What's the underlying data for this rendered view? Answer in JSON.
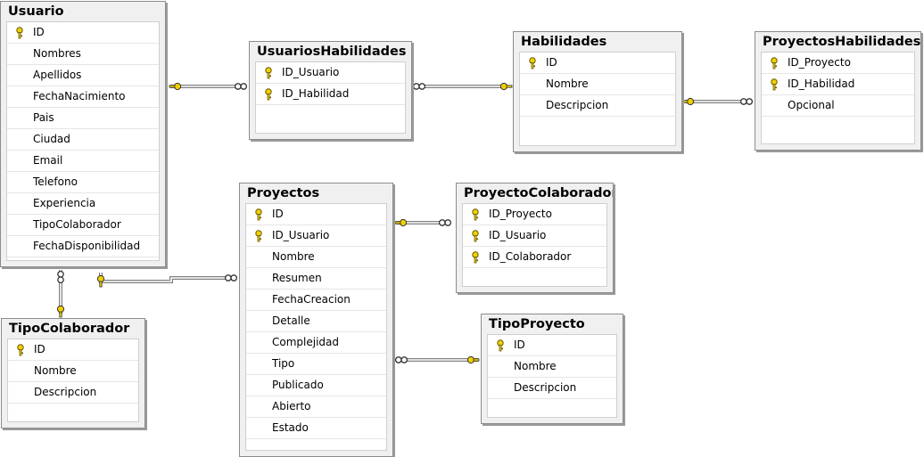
{
  "colors": {
    "table_bg": "#f0f0f0",
    "border": "#8c8c8c",
    "key_fill": "#f0d000",
    "connector": "#808080"
  },
  "tables": [
    {
      "title": "Usuario",
      "columns": [
        {
          "name": "ID",
          "key": true
        },
        {
          "name": "Nombres",
          "key": false
        },
        {
          "name": "Apellidos",
          "key": false
        },
        {
          "name": "FechaNacimiento",
          "key": false
        },
        {
          "name": "Pais",
          "key": false
        },
        {
          "name": "Ciudad",
          "key": false
        },
        {
          "name": "Email",
          "key": false
        },
        {
          "name": "Telefono",
          "key": false
        },
        {
          "name": "Experiencia",
          "key": false
        },
        {
          "name": "TipoColaborador",
          "key": false
        },
        {
          "name": "FechaDisponibilidad",
          "key": false
        }
      ]
    },
    {
      "title": "UsuariosHabilidades",
      "columns": [
        {
          "name": "ID_Usuario",
          "key": true
        },
        {
          "name": "ID_Habilidad",
          "key": true
        }
      ]
    },
    {
      "title": "Habilidades",
      "columns": [
        {
          "name": "ID",
          "key": true
        },
        {
          "name": "Nombre",
          "key": false
        },
        {
          "name": "Descripcion",
          "key": false
        }
      ]
    },
    {
      "title": "ProyectosHabilidades",
      "columns": [
        {
          "name": "ID_Proyecto",
          "key": true
        },
        {
          "name": "ID_Habilidad",
          "key": true
        },
        {
          "name": "Opcional",
          "key": false
        }
      ]
    },
    {
      "title": "Proyectos",
      "columns": [
        {
          "name": "ID",
          "key": true
        },
        {
          "name": "ID_Usuario",
          "key": true
        },
        {
          "name": "Nombre",
          "key": false
        },
        {
          "name": "Resumen",
          "key": false
        },
        {
          "name": "FechaCreacion",
          "key": false
        },
        {
          "name": "Detalle",
          "key": false
        },
        {
          "name": "Complejidad",
          "key": false
        },
        {
          "name": "Tipo",
          "key": false
        },
        {
          "name": "Publicado",
          "key": false
        },
        {
          "name": "Abierto",
          "key": false
        },
        {
          "name": "Estado",
          "key": false
        }
      ]
    },
    {
      "title": "ProyectoColaborador",
      "columns": [
        {
          "name": "ID_Proyecto",
          "key": true
        },
        {
          "name": "ID_Usuario",
          "key": true
        },
        {
          "name": "ID_Colaborador",
          "key": true
        }
      ]
    },
    {
      "title": "TipoColaborador",
      "columns": [
        {
          "name": "ID",
          "key": true
        },
        {
          "name": "Nombre",
          "key": false
        },
        {
          "name": "Descripcion",
          "key": false
        }
      ]
    },
    {
      "title": "TipoProyecto",
      "columns": [
        {
          "name": "ID",
          "key": true
        },
        {
          "name": "Nombre",
          "key": false
        },
        {
          "name": "Descripcion",
          "key": false
        }
      ]
    }
  ],
  "relationships": [
    {
      "from": "Usuario",
      "to": "UsuariosHabilidades"
    },
    {
      "from": "Habilidades",
      "to": "UsuariosHabilidades"
    },
    {
      "from": "Habilidades",
      "to": "ProyectosHabilidades"
    },
    {
      "from": "Usuario",
      "to": "Proyectos"
    },
    {
      "from": "Proyectos",
      "to": "ProyectoColaborador"
    },
    {
      "from": "TipoProyecto",
      "to": "Proyectos"
    },
    {
      "from": "TipoColaborador",
      "to": "Usuario"
    }
  ]
}
